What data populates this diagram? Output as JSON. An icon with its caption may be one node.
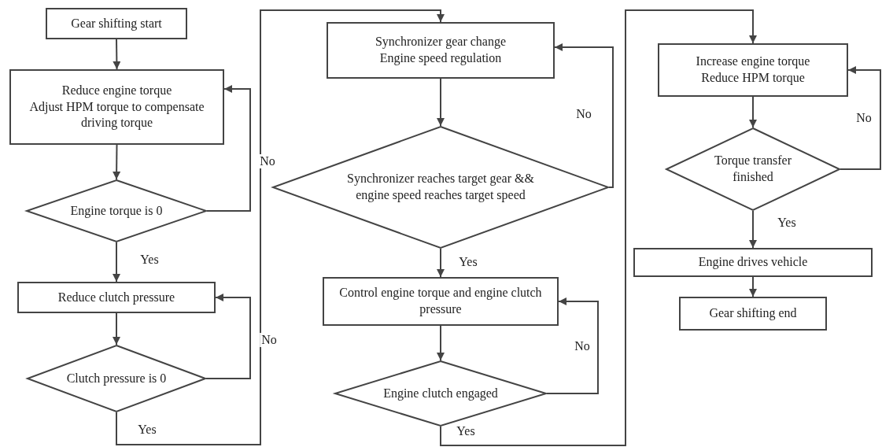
{
  "diagram": {
    "nodes": [
      {
        "text": [
          "Gear shifting start"
        ]
      },
      {
        "text": [
          "Reduce engine torque",
          "Adjust HPM torque to compensate driving torque"
        ]
      },
      {
        "text": [
          "Engine torque is 0"
        ]
      },
      {
        "text": [
          "Reduce clutch pressure"
        ]
      },
      {
        "text": [
          "Clutch pressure is 0"
        ]
      },
      {
        "text": [
          "Synchronizer gear change",
          "Engine speed regulation"
        ]
      },
      {
        "text": [
          "Synchronizer reaches target gear && engine speed reaches target speed"
        ]
      },
      {
        "text": [
          "Control engine torque and engine clutch pressure"
        ]
      },
      {
        "text": [
          "Engine clutch engaged"
        ]
      },
      {
        "text": [
          "Increase engine torque",
          "Reduce HPM torque"
        ]
      },
      {
        "text": [
          "Torque transfer finished"
        ]
      },
      {
        "text": [
          "Engine drives vehicle"
        ]
      },
      {
        "text": [
          "Gear shifting end"
        ]
      }
    ],
    "edges": [
      {
        "from": 0,
        "to": 1,
        "arrow": "to"
      },
      {
        "from": 1,
        "to": 2,
        "arrow": "to"
      },
      {
        "from": 2,
        "to": 1,
        "arrow": "to",
        "label": "No"
      },
      {
        "from": 2,
        "to": 3,
        "arrow": "to",
        "label": "Yes"
      },
      {
        "from": 3,
        "to": 4,
        "arrow": "to"
      },
      {
        "from": 4,
        "to": 3,
        "arrow": "to",
        "label": "No"
      },
      {
        "from": 4,
        "to": 5,
        "arrow": "to",
        "label": "Yes"
      },
      {
        "from": 5,
        "to": 6,
        "arrow": "to"
      },
      {
        "from": 6,
        "to": 5,
        "arrow": "to",
        "label": "No"
      },
      {
        "from": 6,
        "to": 7,
        "arrow": "to",
        "label": "Yes"
      },
      {
        "from": 7,
        "to": 8,
        "arrow": "to"
      },
      {
        "from": 8,
        "to": 7,
        "arrow": "to",
        "label": "No"
      },
      {
        "from": 8,
        "to": 9,
        "arrow": "to",
        "label": "Yes"
      },
      {
        "from": 9,
        "to": 10,
        "arrow": "to"
      },
      {
        "from": 10,
        "to": 9,
        "arrow": "to",
        "label": "No"
      },
      {
        "from": 10,
        "to": 11,
        "arrow": "to",
        "label": "Yes"
      },
      {
        "from": 11,
        "to": 12,
        "arrow": "to"
      }
    ]
  }
}
